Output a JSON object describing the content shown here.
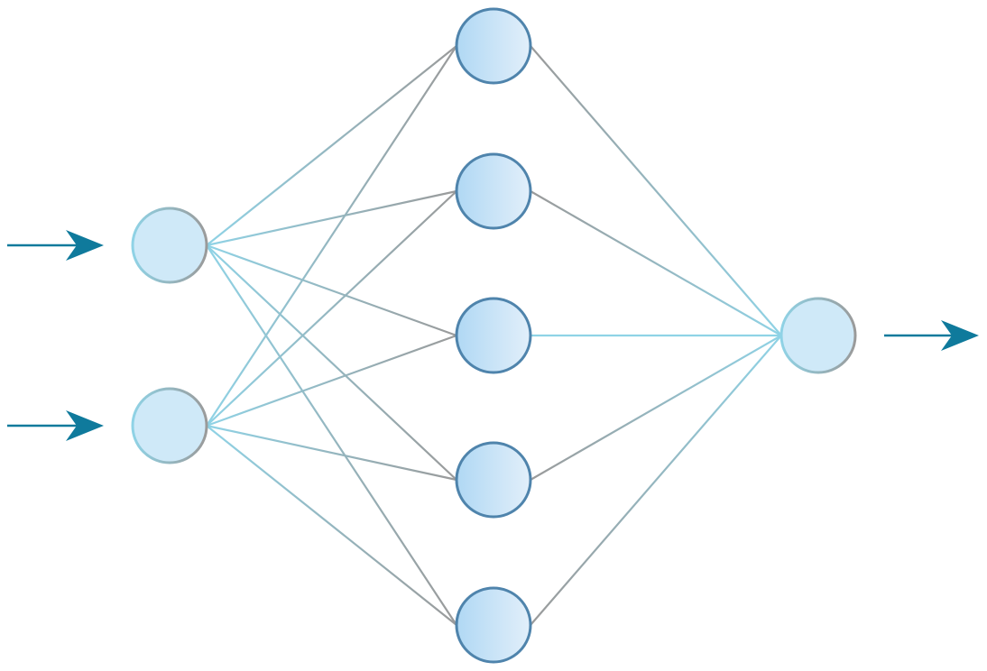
{
  "network": {
    "layers": [
      {
        "name": "input",
        "count": 2
      },
      {
        "name": "hidden",
        "count": 5
      },
      {
        "name": "output",
        "count": 1
      }
    ]
  },
  "colors": {
    "arrow": "#0f7a9c",
    "edge_blue": "#8fd3e6",
    "edge_gray": "#9a9a9a",
    "io_fill": "#cfe9f8",
    "hidden_fill_start": "#b0d8f4",
    "hidden_fill_end": "#e2effa",
    "hidden_stroke": "#4f84ac",
    "background": "#ffffff"
  }
}
